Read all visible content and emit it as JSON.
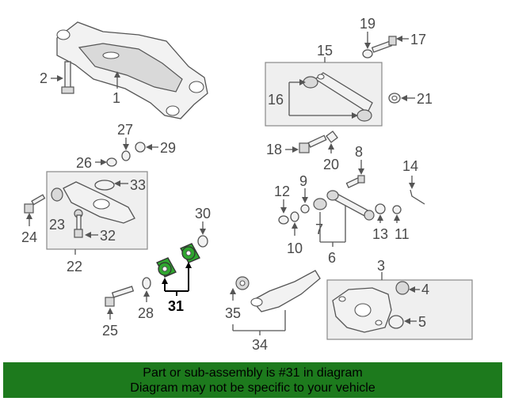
{
  "callouts": {
    "c1": "1",
    "c2": "2",
    "c3": "3",
    "c4": "4",
    "c5": "5",
    "c6": "6",
    "c7": "7",
    "c8": "8",
    "c9": "9",
    "c10": "10",
    "c11": "11",
    "c12": "12",
    "c13": "13",
    "c14": "14",
    "c15": "15",
    "c16": "16",
    "c17": "17",
    "c18": "18",
    "c19": "19",
    "c20": "20",
    "c21": "21",
    "c22": "22",
    "c23": "23",
    "c24": "24",
    "c25": "25",
    "c26": "26",
    "c27": "27",
    "c28": "28",
    "c29": "29",
    "c30": "30",
    "c31": "31",
    "c32": "32",
    "c33": "33",
    "c34": "34",
    "c35": "35"
  },
  "highlight": {
    "part_number": "31",
    "color": "#2fa62f"
  },
  "footer": {
    "line1": "Part or sub-assembly is #31 in diagram",
    "line2": "Diagram may not be specific to your vehicle",
    "background": "#1d7a1d"
  }
}
